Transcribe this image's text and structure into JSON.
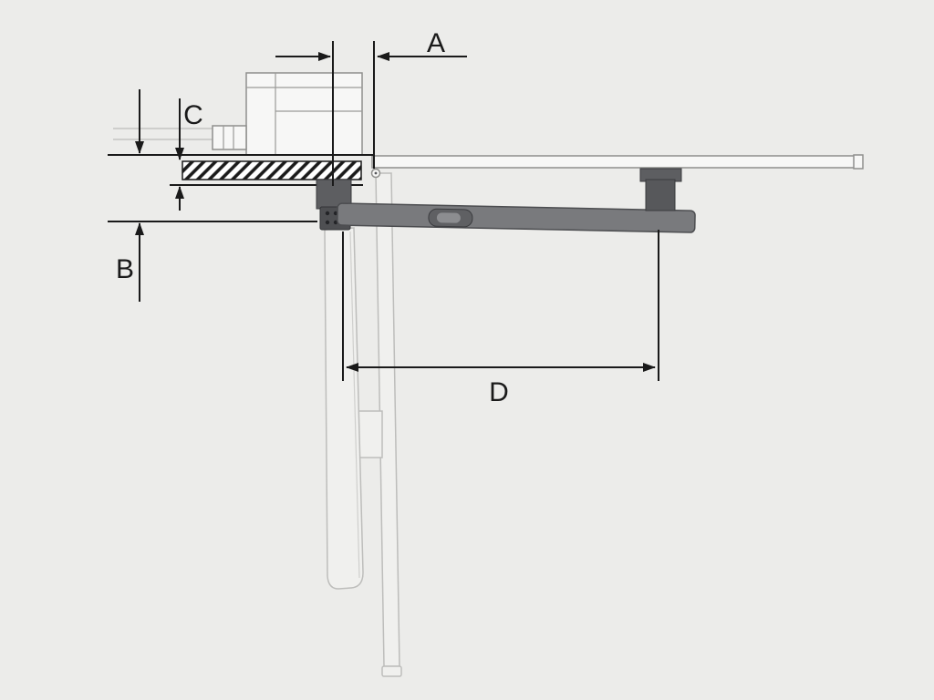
{
  "diagram": {
    "labels": {
      "a": "A",
      "b": "B",
      "c": "C",
      "d": "D"
    },
    "colors": {
      "background": "#ececea",
      "line": "#1a1a1a",
      "component_dark": "#5d5e61",
      "pivot_dark": "#4e4f52",
      "arm_gray": "#797a7d",
      "outline_gray": "#8f8f8d",
      "faded_gray": "#bdbdbb"
    }
  }
}
